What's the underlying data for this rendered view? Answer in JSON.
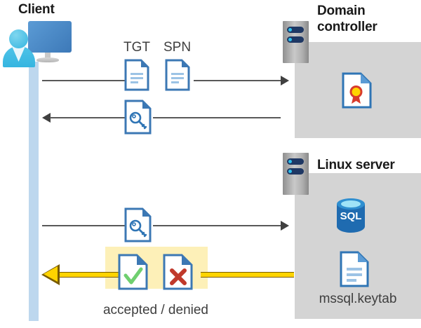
{
  "diagram": {
    "title_client": "Client",
    "title_domain_controller": "Domain\ncontroller",
    "title_domain_controller_line1": "Domain",
    "title_domain_controller_line2": "controller",
    "title_linux_server": "Linux server",
    "labels": {
      "tgt": "TGT",
      "spn": "SPN",
      "accepted_denied": "accepted / denied",
      "keytab_file": "mssql.keytab"
    },
    "icons": {
      "client": "user-with-monitor-icon",
      "server_chassis": "server-rack-icon",
      "certificate_document": "certificate-document-icon",
      "sql_database": "sql-database-icon",
      "keytab_document": "text-document-icon",
      "ticket_document": "text-document-icon",
      "key_document": "key-document-icon",
      "accepted_document": "checkmark-document-icon",
      "denied_document": "x-mark-document-icon"
    },
    "flows": [
      {
        "name": "client-to-dc-request",
        "direction": "right",
        "carries": [
          "TGT",
          "SPN"
        ]
      },
      {
        "name": "dc-to-client-ticket",
        "direction": "left",
        "carries": [
          "service ticket key"
        ]
      },
      {
        "name": "client-to-linux-ticket",
        "direction": "right",
        "carries": [
          "service ticket key"
        ]
      },
      {
        "name": "linux-to-client-result",
        "direction": "left",
        "carries": [
          "accepted / denied"
        ],
        "highlighted": true
      }
    ],
    "colors": {
      "lifeline": "#bdd7ee",
      "panel_gray": "#d4d4d4",
      "highlight_yellow": "#fdf0b8",
      "flow_yellow": "#ffd400",
      "flow_yellow_border": "#7a5c00",
      "doc_blue": "#3c78b4",
      "accent_blue": "#2f75b5",
      "check_green": "#6fcf6f",
      "cross_red": "#c0392b",
      "sql_blue": "#1f6bb0",
      "cert_gold": "#ffd400",
      "cert_red": "#d83b2c",
      "line_gray": "#595959"
    }
  }
}
